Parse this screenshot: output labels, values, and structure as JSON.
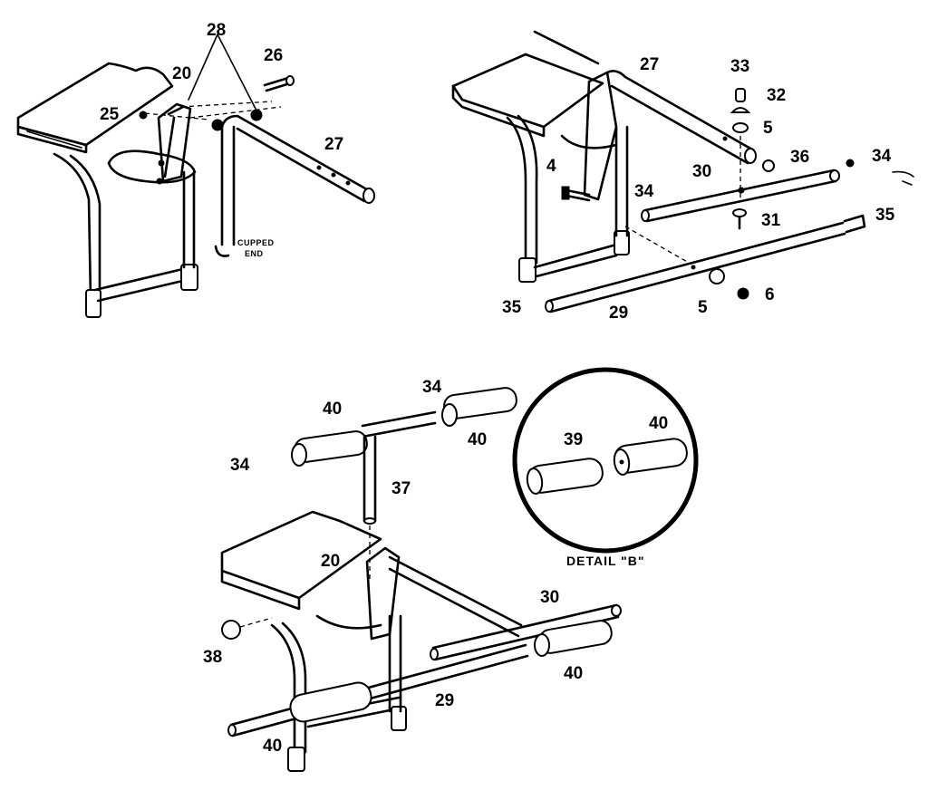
{
  "callouts": {
    "top_left": {
      "p28": "28",
      "p26": "26",
      "p20": "20",
      "p25": "25",
      "p27": "27",
      "cupped_end_1": "CUPPED",
      "cupped_end_2": "END"
    },
    "top_right": {
      "p27": "27",
      "p33": "33",
      "p32": "32",
      "p5a": "5",
      "p36": "36",
      "p34a": "34",
      "p4": "4",
      "p30": "30",
      "p34b": "34",
      "p31": "31",
      "p35a": "35",
      "p35b": "35",
      "p29": "29",
      "p5b": "5",
      "p6": "6"
    },
    "bottom": {
      "p40a": "40",
      "p34a": "34",
      "p40b": "40",
      "p34b": "34",
      "p37": "37",
      "p20": "20",
      "p38": "38",
      "p30": "30",
      "p40c": "40",
      "p29": "29",
      "p40d": "40"
    },
    "detail_b": {
      "p39": "39",
      "p40": "40",
      "caption": "DETAIL \"B\""
    }
  }
}
